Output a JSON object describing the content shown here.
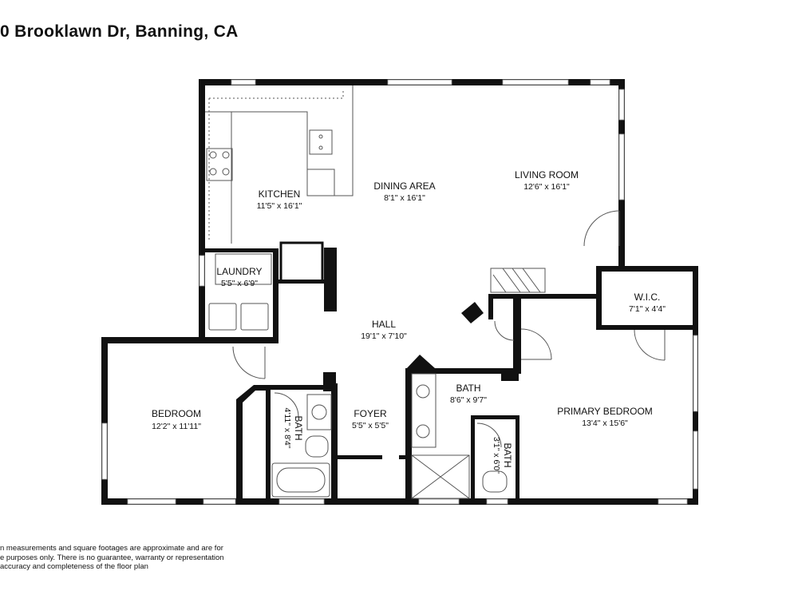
{
  "header": {
    "title": "0 Brooklawn Dr, Banning, CA"
  },
  "rooms": {
    "kitchen": {
      "name": "KITCHEN",
      "dims": "11'5\" x 16'1\""
    },
    "dining": {
      "name": "DINING AREA",
      "dims": "8'1\" x 16'1\""
    },
    "living": {
      "name": "LIVING ROOM",
      "dims": "12'6\" x 16'1\""
    },
    "laundry": {
      "name": "LAUNDRY",
      "dims": "5'5\" x 6'9\""
    },
    "wic": {
      "name": "W.I.C.",
      "dims": "7'1\" x 4'4\""
    },
    "hall": {
      "name": "HALL",
      "dims": "19'1\" x 7'10\""
    },
    "bedroom": {
      "name": "BEDROOM",
      "dims": "12'2\" x 11'11\""
    },
    "bath_hall": {
      "name": "BATH",
      "dims": "4'11\" x 8'4\""
    },
    "foyer": {
      "name": "FOYER",
      "dims": "5'5\" x 5'5\""
    },
    "bath_main": {
      "name": "BATH",
      "dims": "8'6\" x 9'7\""
    },
    "primary": {
      "name": "PRIMARY BEDROOM",
      "dims": "13'4\" x 15'6\""
    },
    "bath_primary": {
      "name": "BATH",
      "dims": "3'1\" x 6'0\""
    }
  },
  "disclaimer": {
    "line1": "n measurements and square footages are approximate and are for",
    "line2": "e purposes only. There is no guarantee, warranty or representation",
    "line3": "accuracy and completeness of the floor plan"
  },
  "colors": {
    "wall": "#111111",
    "background": "#ffffff",
    "fixture": "#555555"
  }
}
